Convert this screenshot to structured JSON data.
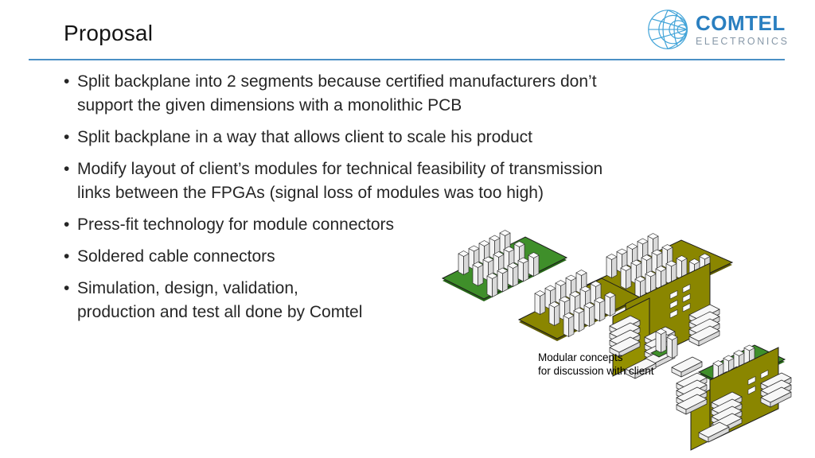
{
  "slide": {
    "title": "Proposal"
  },
  "logo": {
    "name": "COMTEL",
    "subtitle": "ELECTRONICS",
    "icon": "smith-chart-icon"
  },
  "bullets": [
    "Split backplane into 2 segments because certified manufacturers don’t\nsupport the given dimensions with a monolithic PCB",
    "Split backplane in a way that allows client to scale his product",
    "Modify layout of client’s modules for technical feasibility of transmission\nlinks between the FPGAs (signal loss of modules was too high)",
    "Press-fit technology for module connectors",
    "Soldered cable connectors",
    "Simulation, design, validation,\nproduction and test all done by Comtel"
  ],
  "illustration": {
    "caption": "Modular concepts\nfor discussion with client"
  },
  "colors": {
    "accent_line": "#4B90C5",
    "logo_blue": "#2A7FC0",
    "logo_gray": "#8798A8",
    "logo_icon_blue": "#44A5D9",
    "pcb_green": "#3F8F2A",
    "pcb_olive": "#8A8600",
    "module_white": "#F3F3F3"
  }
}
